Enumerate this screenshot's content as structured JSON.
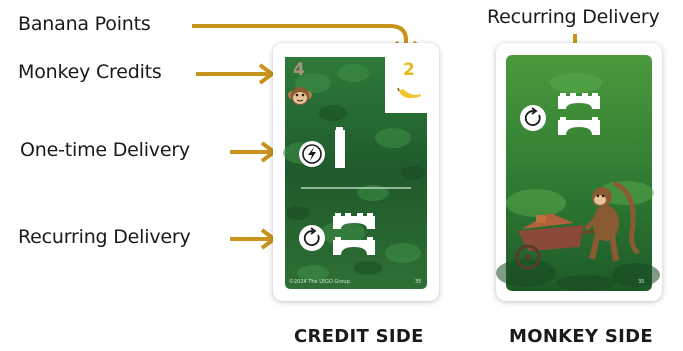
{
  "labels": {
    "banana_points": "Banana Points",
    "monkey_credits": "Monkey Credits",
    "one_time_delivery": "One-time Delivery",
    "recurring_delivery_left": "Recurring Delivery",
    "recurring_delivery_top": "Recurring Delivery"
  },
  "credit_card": {
    "monkey_credits_value": "4",
    "banana_points_value": "2",
    "copyright": "©2024 The LEGO Group.",
    "card_number": "35"
  },
  "monkey_card": {
    "card_number": "35"
  },
  "captions": {
    "credit_side": "CREDIT SIDE",
    "monkey_side": "MONKEY SIDE"
  },
  "colors": {
    "arrow": "#c8941c",
    "credit_number": "#a8957e",
    "banana_number": "#e8b81c",
    "jungle_dark": "#1f5a2c",
    "jungle_light": "#3f8f48"
  }
}
